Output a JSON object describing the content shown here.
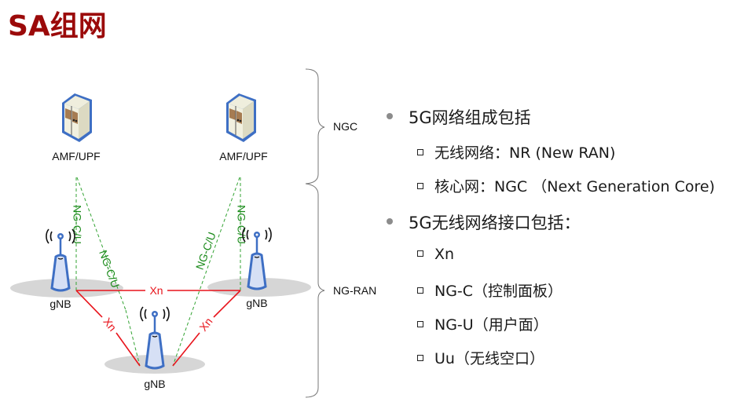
{
  "slide": {
    "title": "SA组网"
  },
  "diagram": {
    "core_nodes": [
      {
        "label": "AMF/UPF",
        "icon": "server-icon"
      },
      {
        "label": "AMF/UPF",
        "icon": "server-icon"
      }
    ],
    "ran_nodes": [
      {
        "label": "gNB",
        "icon": "antenna-tower-icon"
      },
      {
        "label": "gNB",
        "icon": "antenna-tower-icon"
      },
      {
        "label": "gNB",
        "icon": "antenna-tower-icon"
      }
    ],
    "links": {
      "ng_label": "NG-C/U",
      "xn_label": "Xn"
    },
    "braces": [
      {
        "label": "NGC"
      },
      {
        "label": "NG-RAN"
      }
    ],
    "colors": {
      "title": "#9b0a0a",
      "ng_link": "#1a8a1a",
      "xn_link": "#e8141c",
      "icon_outline": "#3e6fc4"
    }
  },
  "bullets": [
    {
      "text": "5G网络组成包括",
      "children": [
        "无线网络：NR (New RAN)",
        "核心网：NGC （Next Generation Core)"
      ]
    },
    {
      "text": "5G无线网络接口包括：",
      "children": [
        "Xn",
        "NG-C（控制面板）",
        "NG-U（用户面）",
        "Uu（无线空口）"
      ]
    }
  ]
}
